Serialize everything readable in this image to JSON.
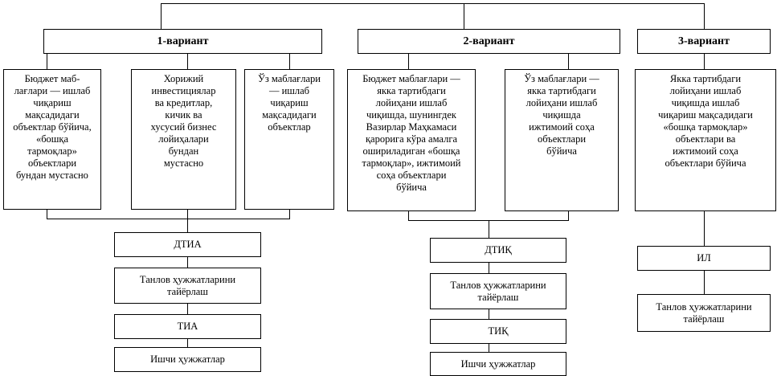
{
  "variants": [
    {
      "title": "1-вариант",
      "descriptions": [
        "Бюджет маб-\nлағлари — ишлаб\nчиқариш\nмақсадидаги\nобъектлар бўйича,\n«бошқа\nтармоқлар»\nобъектлари\nбундан мустасно",
        "Хорижий\nинвестициялар\nва кредитлар,\nкичик ва\nхусусий бизнес\nлойиҳалари\nбундан\nмустасно",
        "Ўз маблағлари\n— ишлаб\nчиқариш\nмақсадидаги\nобъектлар"
      ],
      "steps": [
        "ДТИА",
        "Танлов ҳужжатларини\nтайёрлаш",
        "ТИА",
        "Ишчи ҳужжатлар"
      ]
    },
    {
      "title": "2-вариант",
      "descriptions": [
        "Бюджет маблағлари —\nякка тартибдаги\nлойиҳани ишлаб\nчиқишда, шунингдек\nВазирлар Маҳкамаси\nқарорига  кўра амалга\nошириладиган  «бошқа\nтармоқлар», ижтимоий\nсоҳа объектлари\nбўйича",
        "Ўз маблағлари —\nякка тартибдаги\nлойиҳани ишлаб\nчиқишда\nижтимоий соҳа\nобъектлари\nбўйича"
      ],
      "steps": [
        "ДТИҚ",
        "Танлов ҳужжатларини\nтайёрлаш",
        "ТИҚ",
        "Ишчи ҳужжатлар"
      ]
    },
    {
      "title": "3-вариант",
      "descriptions": [
        "Якка тартибдаги\nлойиҳани ишлаб\nчиқишда  ишлаб\nчиқариш мақсадидаги\n«бошқа тармоқлар»\nобъектлари ва\nижтимоий соҳа\nобъектлари бўйича"
      ],
      "steps": [
        "ИЛ",
        "Танлов ҳужжатларини\nтайёрлаш"
      ]
    }
  ]
}
